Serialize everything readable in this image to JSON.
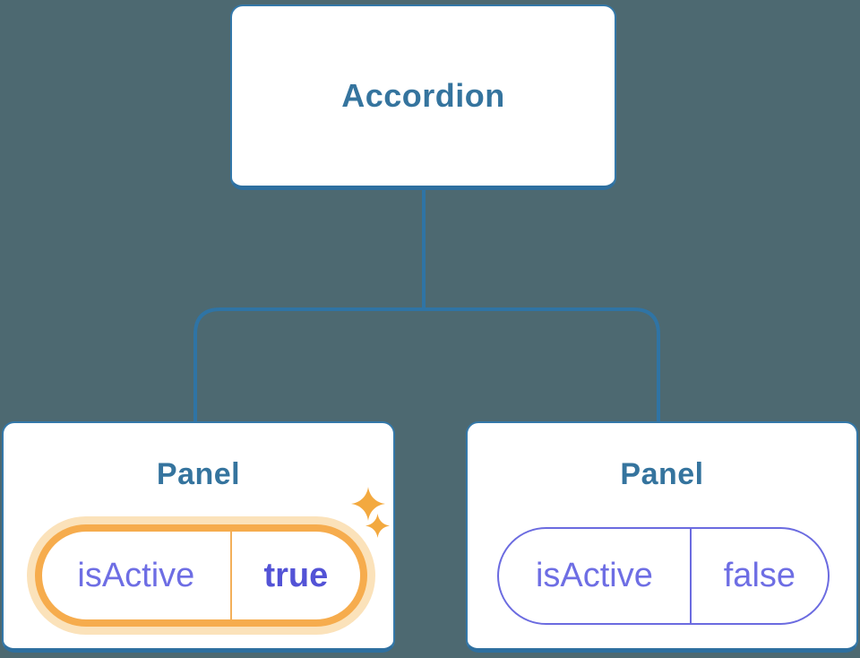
{
  "diagram": {
    "type": "component-tree",
    "background_color": "#4D6971",
    "root": {
      "label": "Accordion"
    },
    "panels": [
      {
        "title": "Panel",
        "prop_name": "isActive",
        "prop_value": "true",
        "highlighted": true,
        "decoration": "sparkle-icons"
      },
      {
        "title": "Panel",
        "prop_name": "isActive",
        "prop_value": "false",
        "highlighted": false
      }
    ],
    "colors": {
      "background": "#4D6971",
      "node_fill": "#FFFFFF",
      "node_border_blue": "#3478A9",
      "node_border_bottom_blue": "#2E6F9F",
      "node_text_blue": "#35749E",
      "connector_blue": "#2F74A5",
      "prop_purple": "#6B6BE0",
      "prop_value_bold_purple": "#5353D6",
      "highlight_orange": "#F6AC4D",
      "highlight_halo_orange": "#FBE2BA",
      "sparkle_orange": "#F3A93F"
    }
  }
}
